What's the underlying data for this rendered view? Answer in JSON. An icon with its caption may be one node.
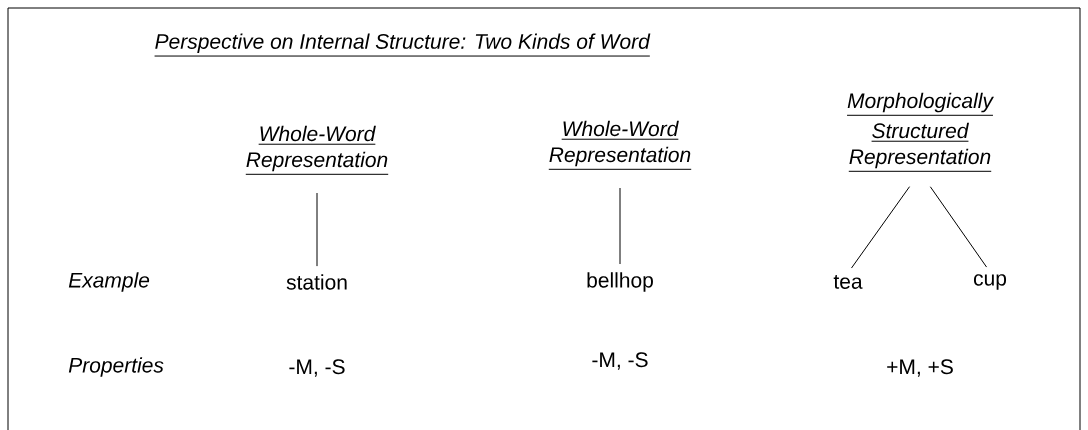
{
  "diagram": {
    "title": "Perspective on Internal Structure: Two Kinds  of Word",
    "nodes": [
      {
        "text": [
          "Whole-Word Representation"
        ]
      },
      {
        "text": [
          "station"
        ]
      },
      {
        "text": [
          "Whole-Word Representation"
        ]
      },
      {
        "text": [
          "bellhop"
        ]
      },
      {
        "text": [
          "Morphologically Structured Representation"
        ]
      },
      {
        "text": [
          "tea"
        ]
      },
      {
        "text": [
          "cup"
        ]
      }
    ],
    "edges": [
      {
        "from": 0,
        "to": 1,
        "arrow": "none"
      },
      {
        "from": 2,
        "to": 3,
        "arrow": "none"
      },
      {
        "from": 4,
        "to": 5,
        "arrow": "none"
      },
      {
        "from": 4,
        "to": 6,
        "arrow": "none"
      }
    ],
    "labels": [
      "Example",
      "Properties",
      "-M, -S",
      "-M, -S",
      "+M, +S"
    ]
  }
}
